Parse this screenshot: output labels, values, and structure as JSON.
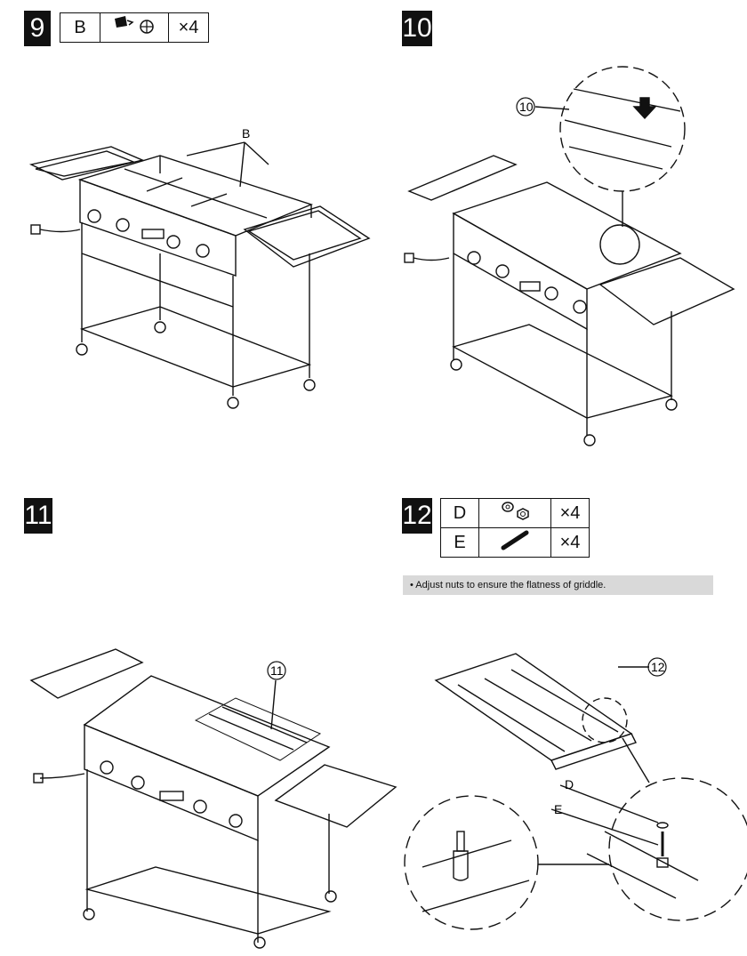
{
  "steps": [
    {
      "number": "9",
      "parts": [
        {
          "letter": "B",
          "icon": "screw-icon",
          "qty": "×4"
        }
      ]
    },
    {
      "number": "10",
      "callout": "10"
    },
    {
      "number": "11",
      "callout": "11"
    },
    {
      "number": "12",
      "parts": [
        {
          "letter": "D",
          "icon": "nut-washer-icon",
          "qty": "×4"
        },
        {
          "letter": "E",
          "icon": "bolt-icon",
          "qty": "×4"
        }
      ],
      "note": "• Adjust nuts to ensure the flatness of griddle.",
      "callout": "12",
      "detail_labels": {
        "d": "D",
        "e": "E"
      }
    }
  ],
  "step9_label": "B"
}
